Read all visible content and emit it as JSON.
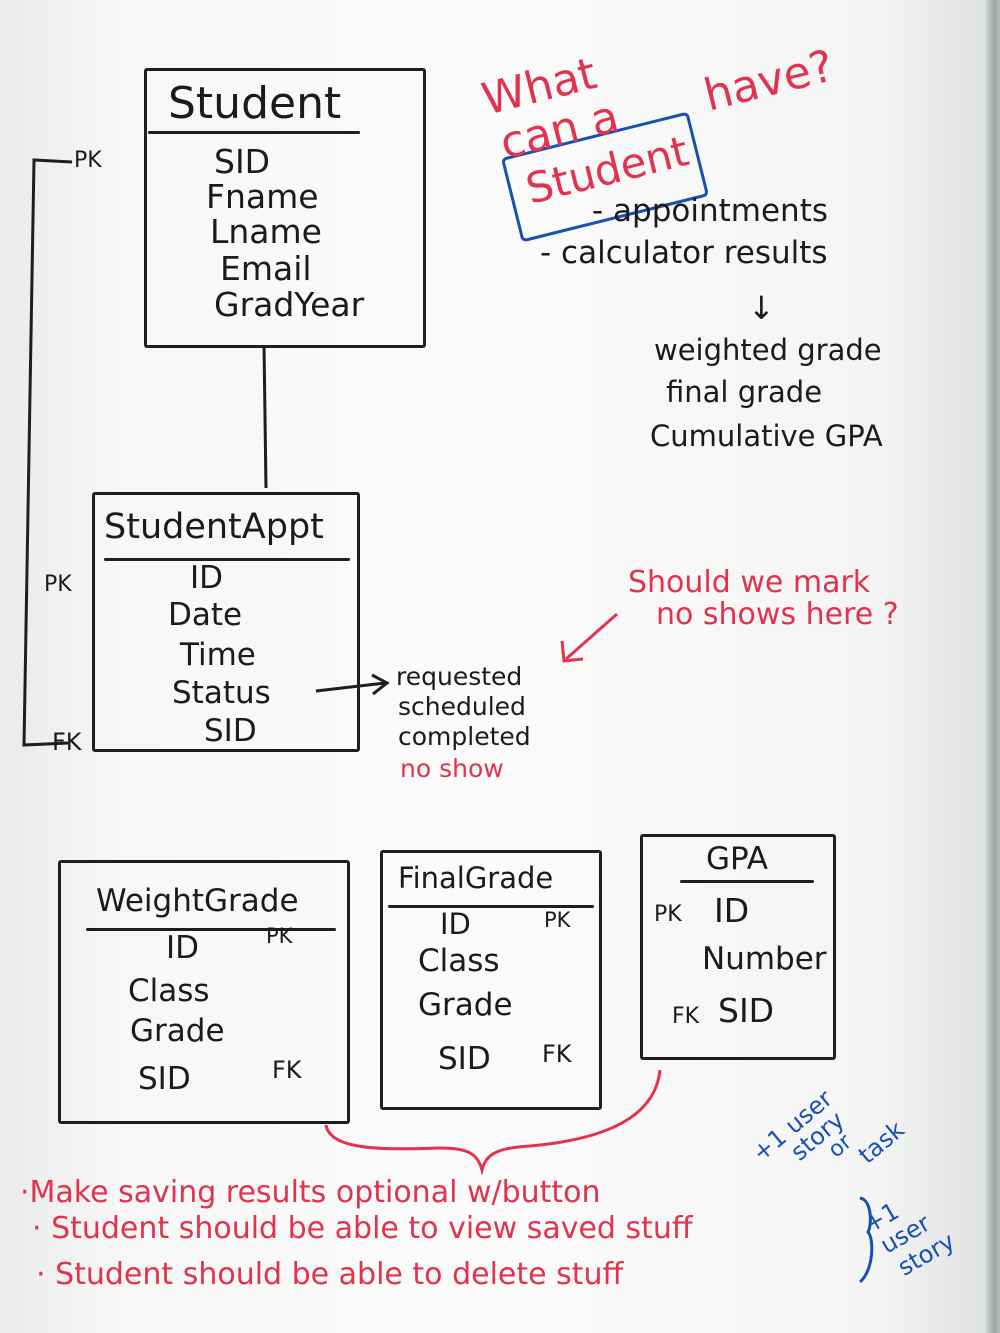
{
  "student": {
    "title": "Student",
    "fields": [
      "SID",
      "Fname",
      "Lname",
      "Email",
      "GradYear"
    ],
    "pk": "PK"
  },
  "student_appt": {
    "title": "StudentAppt",
    "fields": [
      "ID",
      "Date",
      "Time",
      "Status",
      "SID"
    ],
    "pk": "PK",
    "fk": "FK",
    "status_values": [
      "requested",
      "scheduled",
      "completed"
    ],
    "status_note": "no show"
  },
  "question": {
    "line1": "What",
    "line2": "can a",
    "word": "Student",
    "line3": "have?",
    "items": [
      "- appointments",
      "- calculator results"
    ],
    "arrow": "↓",
    "results": [
      "weighted grade",
      "final grade",
      "Cumulative GPA"
    ]
  },
  "no_show_question": [
    "Should we mark",
    "no shows here ?"
  ],
  "weight_grade": {
    "title": "WeightGrade",
    "fields": [
      "ID",
      "Class",
      "Grade",
      "SID"
    ],
    "pk": "PK",
    "fk": "FK"
  },
  "final_grade": {
    "title": "FinalGrade",
    "fields": [
      "ID",
      "Class",
      "Grade",
      "SID"
    ],
    "pk": "PK",
    "fk": "FK"
  },
  "gpa": {
    "title": "GPA",
    "fields": [
      "ID",
      "Number",
      "SID"
    ],
    "pk": "PK",
    "fk": "FK"
  },
  "notes": [
    "·Make saving results optional w/button",
    "· Student should be able to view saved stuff",
    "· Student should be able to delete stuff"
  ],
  "blue_notes": {
    "first": [
      "+1 user",
      "story",
      "or",
      "task"
    ],
    "second": [
      "+1",
      "user",
      "story"
    ]
  },
  "colors": {
    "ink": "#1b1b1b",
    "red": "#e2334e",
    "blue": "#1a4fb4"
  }
}
